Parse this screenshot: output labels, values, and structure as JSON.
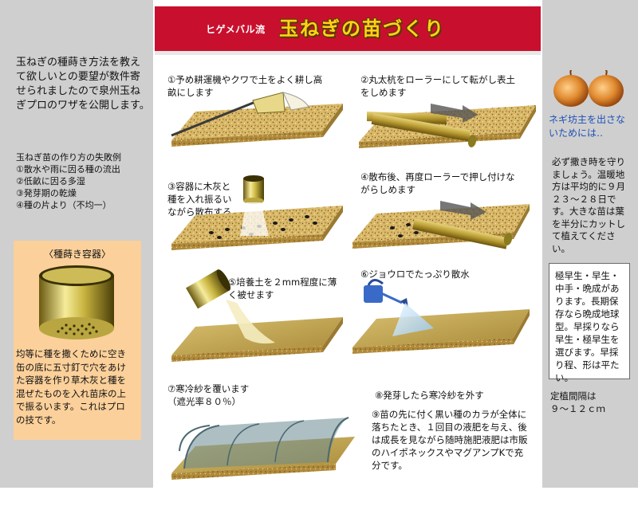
{
  "header": {
    "subtitle": "ヒゲメバル流",
    "title": "玉ねぎの苗づくり"
  },
  "intro": {
    "text": "玉ねぎの種蒔き方法を教えて欲しいとの要望が数件寄せられましたので泉州玉ねぎプロのワザを公開します。"
  },
  "failures": {
    "heading": "玉ねぎ苗の作り方の失敗例",
    "items": [
      "①散水や雨に因る種の流出",
      "②低畝に因る多湿",
      "③発芽期の乾燥",
      "④種の片より（不均一）"
    ]
  },
  "container": {
    "title": "〈種蒔き容器〉",
    "description": "均等に種を撒くために空き缶の底に五寸釘で穴をあけた容器を作り草木灰と種を混ぜたものを入れ苗床の上で振るいます。これはプロの技です。"
  },
  "steps": {
    "s1": "①予め耕運機やクワで土をよく耕し高畝にします",
    "s2": "②丸太杭をローラーにして転がし表土をしめます",
    "s3": "③容器に木灰と種を入れ振るいながら散布する",
    "s4": "④散布後、再度ローラーで押し付けながらしめます",
    "s5": "⑤培養土を２mm程度に薄く被せます",
    "s6": "⑥ジョウロでたっぷり散水",
    "s7a": "⑦寒冷紗を覆います",
    "s7b": "（遮光率８０％）",
    "s8": "⑧発芽したら寒冷紗を外す",
    "s9": "⑨苗の先に付く黒い種のカラが全体に落ちたとき、１回目の液肥を与え、後は成長を見ながら随時施肥液肥は市販のハイポネックスやマグアンプKで充分です。"
  },
  "right": {
    "heading": "ネギ坊主を出さないためには‥",
    "note": "必ず撒き時を守りましょう。温暖地方は平均的に９月２３～２８日です。大きな苗は葉を半分にカットして植えてください。",
    "varieties": "極早生・早生・中手・晩成があります。長期保存なら晩成地球型。早採りなら早生・極早生を選びます。早採り程、形は平たい。",
    "spacing_label": "定植間隔は",
    "spacing_value": "９～１２ｃｍ"
  },
  "colors": {
    "header_bg": "#c8102e",
    "title_yellow": "#ffd21a",
    "side_gray": "#cfcfcf",
    "container_box": "#fbd09a",
    "heading_blue": "#1c4fb8"
  }
}
